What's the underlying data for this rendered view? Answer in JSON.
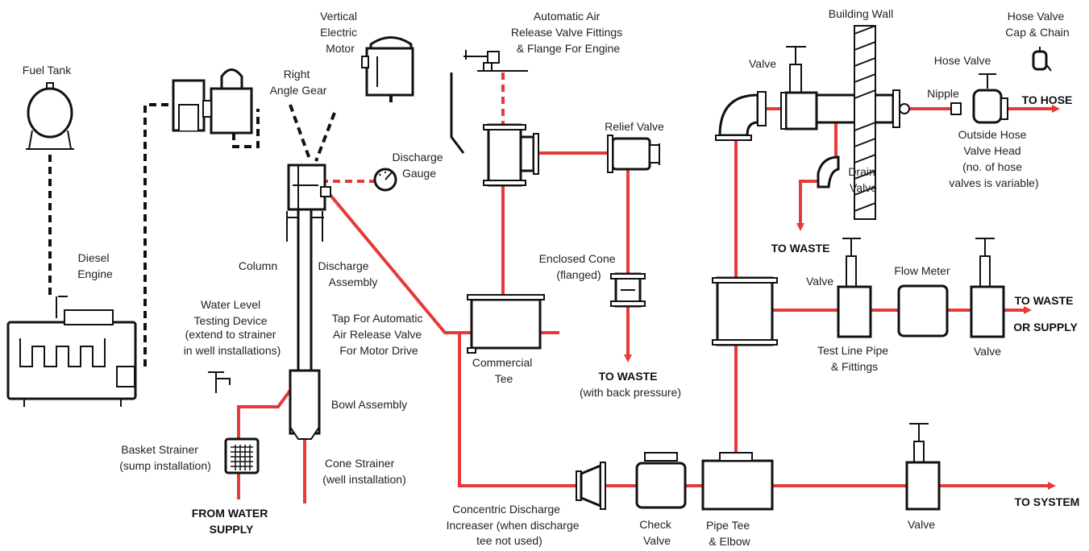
{
  "colors": {
    "water_line": "#e63a3a",
    "ink": "#111111",
    "background": "#ffffff"
  },
  "labels": {
    "fuel_tank": [
      "Fuel Tank"
    ],
    "diesel_engine": [
      "Diesel",
      "Engine"
    ],
    "right_angle_gear": [
      "Right",
      "Angle Gear"
    ],
    "vertical_electric_motor": [
      "Vertical",
      "Electric",
      "Motor"
    ],
    "auto_air_release": [
      "Automatic Air",
      "Release Valve Fittings",
      "& Flange For Engine"
    ],
    "relief_valve": [
      "Relief Valve"
    ],
    "discharge_gauge": [
      "Discharge",
      "Gauge"
    ],
    "column": [
      "Column"
    ],
    "discharge_assembly": [
      "Discharge",
      "Assembly"
    ],
    "tap_auto_air": [
      "Tap For Automatic",
      "Air Release Valve",
      "For Motor Drive"
    ],
    "water_level": [
      "Water Level",
      "Testing Device",
      "(extend to strainer",
      "in well installations)"
    ],
    "bowl_assembly": [
      "Bowl Assembly"
    ],
    "basket_strainer": [
      "Basket Strainer",
      "(sump installation)"
    ],
    "cone_strainer": [
      "Cone Strainer",
      "(well installation)"
    ],
    "from_water_supply": [
      "FROM WATER",
      "SUPPLY"
    ],
    "commercial_tee": [
      "Commercial",
      "Tee"
    ],
    "enclosed_cone": [
      "Enclosed Cone",
      "(flanged)"
    ],
    "to_waste_bp": [
      "TO WASTE"
    ],
    "with_back_pressure": [
      "(with back pressure)"
    ],
    "concentric_increaser": [
      "Concentric Discharge",
      "Increaser (when discharge",
      "tee not used)"
    ],
    "check_valve": [
      "Check",
      "Valve"
    ],
    "pipe_tee_elbow": [
      "Pipe Tee",
      "& Elbow"
    ],
    "valve_system": [
      "Valve"
    ],
    "to_system": [
      "TO SYSTEM"
    ],
    "building_wall": [
      "Building Wall"
    ],
    "valve_top": [
      "Valve"
    ],
    "hose_valve_cap": [
      "Hose Valve",
      "Cap & Chain"
    ],
    "hose_valve": [
      "Hose Valve"
    ],
    "nipple": [
      "Nipple"
    ],
    "to_hose": [
      "TO HOSE"
    ],
    "outside_hose": [
      "Outside Hose",
      "Valve Head",
      "(no. of hose",
      "valves is variable)"
    ],
    "drain_valve": [
      "Drain",
      "Valve"
    ],
    "to_waste_drain": [
      "TO WASTE"
    ],
    "valve_test": [
      "Valve"
    ],
    "flow_meter": [
      "Flow Meter"
    ],
    "to_waste_supply": [
      "TO WASTE",
      "OR SUPPLY"
    ],
    "test_line": [
      "Test Line Pipe",
      "& Fittings"
    ],
    "valve_test_right": [
      "Valve"
    ]
  }
}
